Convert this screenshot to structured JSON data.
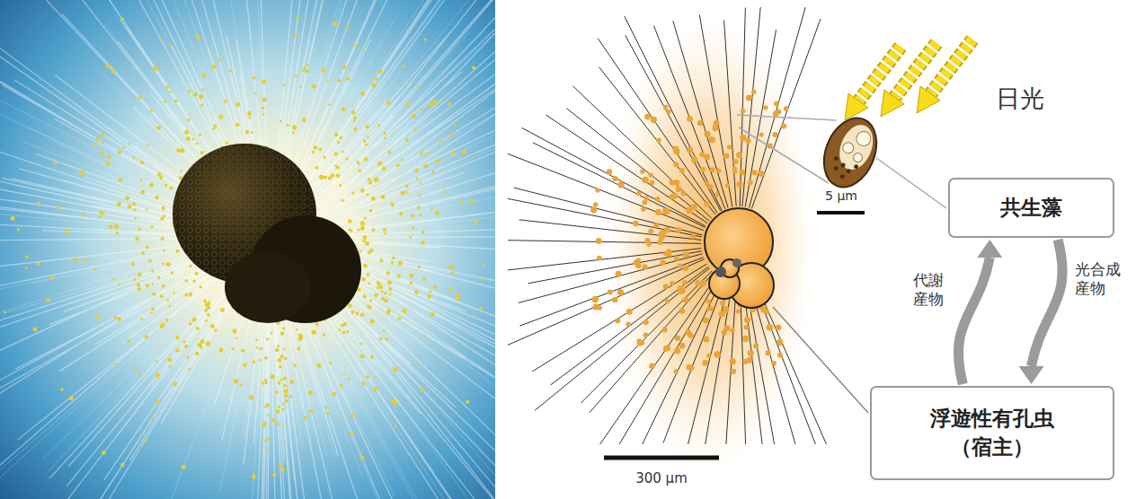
{
  "diagram": {
    "nodes": [
      {
        "text": [
          "共生藻"
        ]
      },
      {
        "text": [
          "浮遊性有孔虫",
          "（宿主）"
        ]
      }
    ],
    "edges": [
      {
        "from": 1,
        "to": 0,
        "arrow": "to",
        "label": "代謝 産物"
      },
      {
        "from": 0,
        "to": 1,
        "arrow": "to",
        "label": "光合成 産物"
      }
    ],
    "labels": [
      "日光",
      "5 µm",
      "300 µm"
    ]
  }
}
